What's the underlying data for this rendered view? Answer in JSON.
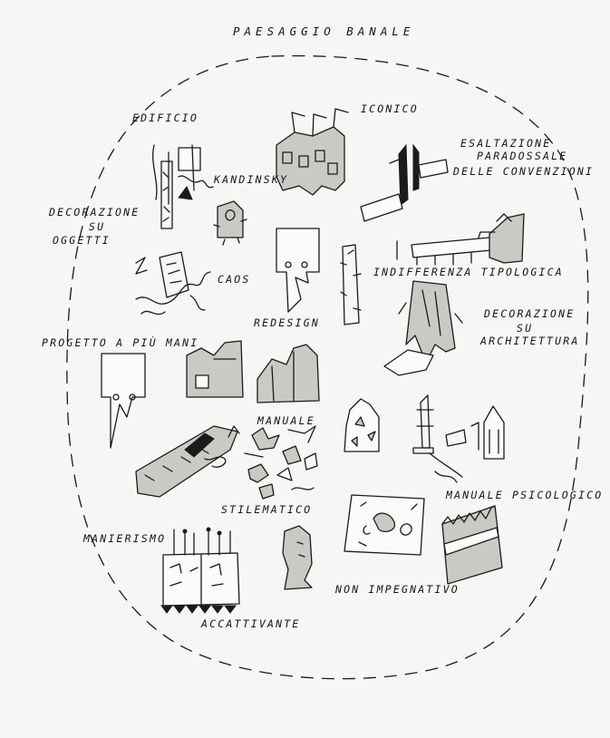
{
  "title": "PAESAGGIO BANALE",
  "labels": {
    "edificio": "EDIFICIO",
    "iconico": "ICONICO",
    "esaltazione": "ESALTAZIONE",
    "paradossale": "PARADOSSALE",
    "delle_convenzioni": "DELLE CONVENZIONI",
    "kandinsky": "KANDINSKY",
    "decorazione": "DECORAZIONE",
    "su": "SU",
    "oggetti": "OGGETTI",
    "caos": "CAOS",
    "indifferenza_tipologica": "INDIFFERENZA TIPOLOGICA",
    "redesign": "REDESIGN",
    "decorazione_arch": "DECORAZIONE",
    "su_arch": "SU",
    "architettura": "ARCHITETTURA",
    "progetto_a_piu_mani": "PROGETTO A PIÙ MANI",
    "manuale": "MANUALE",
    "stilematico": "STILEMATICO",
    "manuale_psicologico": "MANUALE PSICOLOGICO",
    "manierismo": "MANIERISMO",
    "non_impegnativo": "NON IMPEGNATIVO",
    "accattivante": "ACCATTIVANTE"
  },
  "colors": {
    "ink": "#1b1b1b",
    "paper": "#f7f6f4",
    "gray_fill": "#c9c9c6"
  }
}
